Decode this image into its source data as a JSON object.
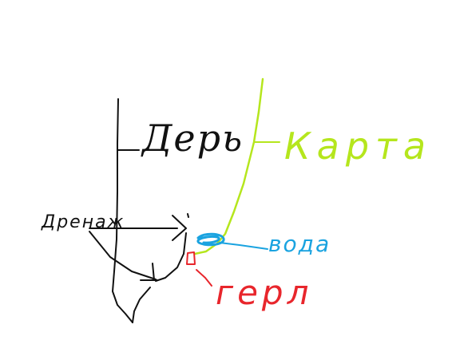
{
  "labels": {
    "door": "Дерь",
    "map": "Карта",
    "drainage": "Дренаж",
    "water": "вода",
    "hero": "герл"
  },
  "colors": {
    "ink": "#111111",
    "map": "#b5e61d",
    "water": "#1aa3e0",
    "hero": "#e8262c",
    "background": "#ffffff"
  }
}
